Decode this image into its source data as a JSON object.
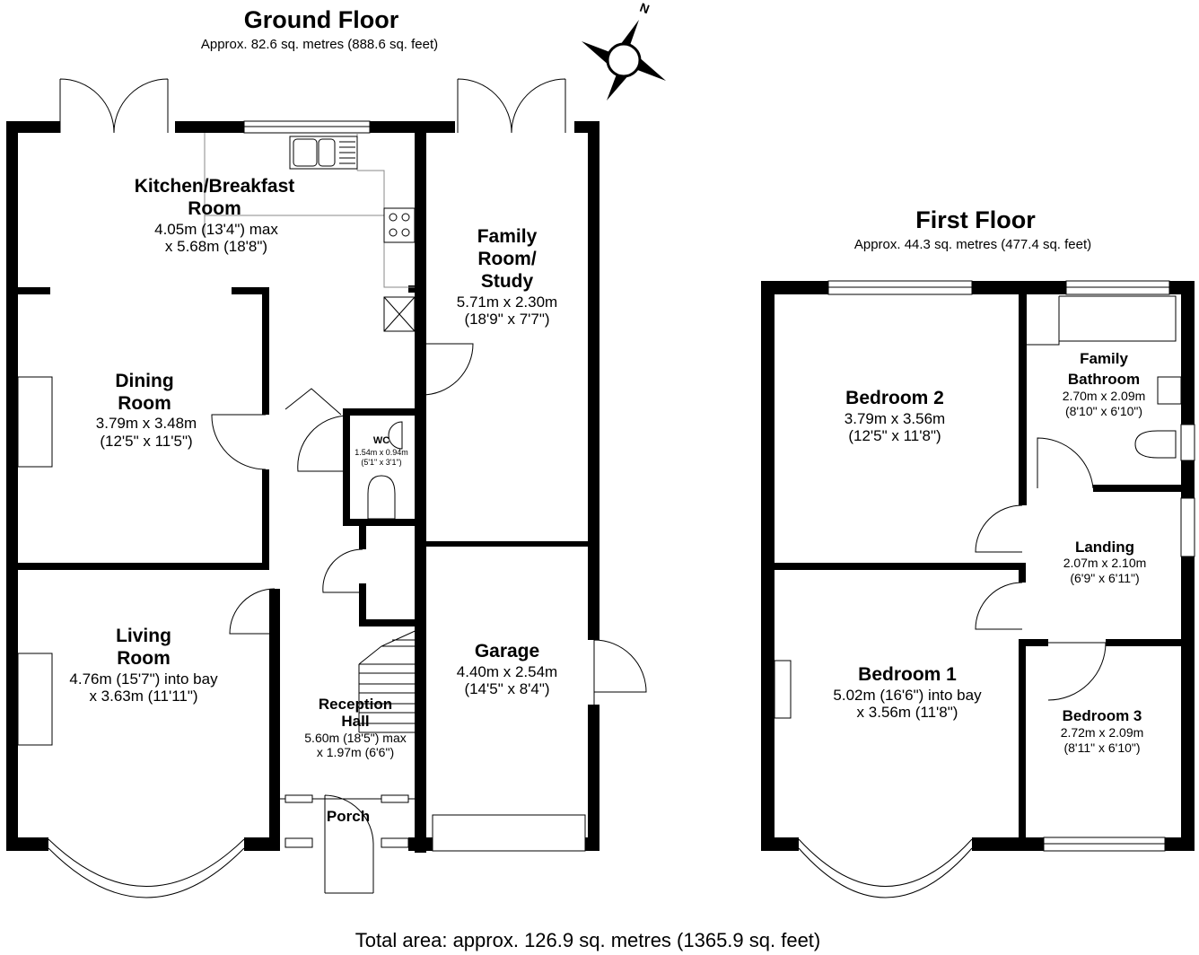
{
  "ground_floor": {
    "title": "Ground Floor",
    "area": "Approx. 82.6 sq. metres (888.6 sq. feet)",
    "rooms": {
      "kitchen": {
        "name_1": "Kitchen/Breakfast",
        "name_2": "Room",
        "dim_1": "4.05m (13'4\") max",
        "dim_2": "x 5.68m (18'8\")"
      },
      "family": {
        "name_1": "Family",
        "name_2": "Room/",
        "name_3": "Study",
        "dim_1": "5.71m x 2.30m",
        "dim_2": "(18'9\" x 7'7\")"
      },
      "dining": {
        "name_1": "Dining",
        "name_2": "Room",
        "dim_1": "3.79m x 3.48m",
        "dim_2": "(12'5\" x 11'5\")"
      },
      "wc": {
        "name": "WC",
        "dim_1": "1.54m x 0.94m",
        "dim_2": "(5'1\" x 3'1\")"
      },
      "living": {
        "name_1": "Living",
        "name_2": "Room",
        "dim_1": "4.76m (15'7\") into bay",
        "dim_2": "x 3.63m (11'11\")"
      },
      "garage": {
        "name": "Garage",
        "dim_1": "4.40m x 2.54m",
        "dim_2": "(14'5\" x 8'4\")"
      },
      "reception": {
        "name_1": "Reception",
        "name_2": "Hall",
        "dim_1": "5.60m (18'5\") max",
        "dim_2": "x 1.97m (6'6\")"
      },
      "porch": {
        "name": "Porch"
      }
    }
  },
  "first_floor": {
    "title": "First Floor",
    "area": "Approx. 44.3 sq. metres (477.4 sq. feet)",
    "rooms": {
      "bedroom2": {
        "name": "Bedroom 2",
        "dim_1": "3.79m x 3.56m",
        "dim_2": "(12'5\" x 11'8\")"
      },
      "bathroom": {
        "name_1": "Family",
        "name_2": "Bathroom",
        "dim_1": "2.70m x 2.09m",
        "dim_2": "(8'10\" x 6'10\")"
      },
      "landing": {
        "name": "Landing",
        "dim_1": "2.07m x 2.10m",
        "dim_2": "(6'9\" x 6'11\")"
      },
      "bedroom1": {
        "name": "Bedroom 1",
        "dim_1": "5.02m (16'6\") into bay",
        "dim_2": "x 3.56m (11'8\")"
      },
      "bedroom3": {
        "name": "Bedroom 3",
        "dim_1": "2.72m x 2.09m",
        "dim_2": "(8'11\" x 6'10\")"
      }
    }
  },
  "compass": {
    "label": "N"
  },
  "total_area": "Total area: approx. 126.9 sq. metres (1365.9 sq. feet)"
}
